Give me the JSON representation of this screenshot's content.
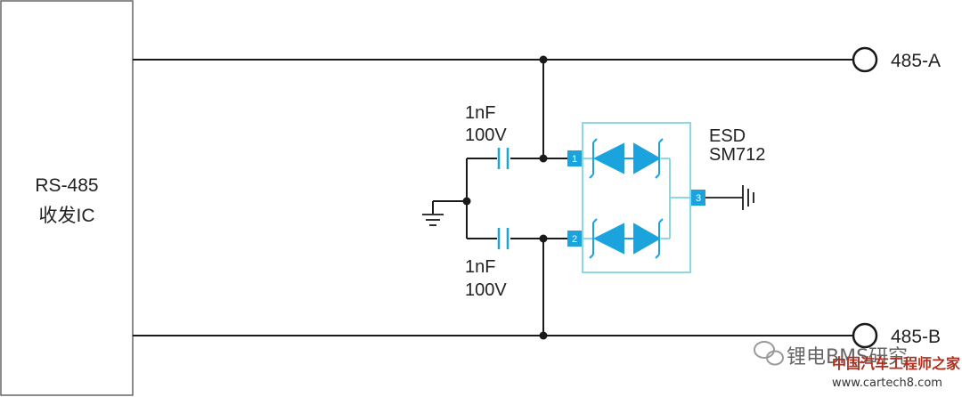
{
  "ic_block": {
    "line1": "RS-485",
    "line2": "收发IC"
  },
  "terminals": {
    "a_label": "485-A",
    "b_label": "485-B"
  },
  "capacitor_top": {
    "value": "1nF",
    "voltage": "100V"
  },
  "capacitor_bottom": {
    "value": "1nF",
    "voltage": "100V"
  },
  "esd": {
    "title": "ESD",
    "part": "SM712",
    "pin1": "1",
    "pin2": "2",
    "pin3": "3"
  },
  "watermark": {
    "text1": "锂电BMS研究",
    "text2": "中国汽车工程师之家",
    "url": "www.cartech8.com"
  },
  "colors": {
    "wire": "#1a1a1a",
    "esd_outline": "#7fd3dc",
    "esd_fill": "#1aa3dd",
    "pin_box": "#1aa3dd"
  }
}
